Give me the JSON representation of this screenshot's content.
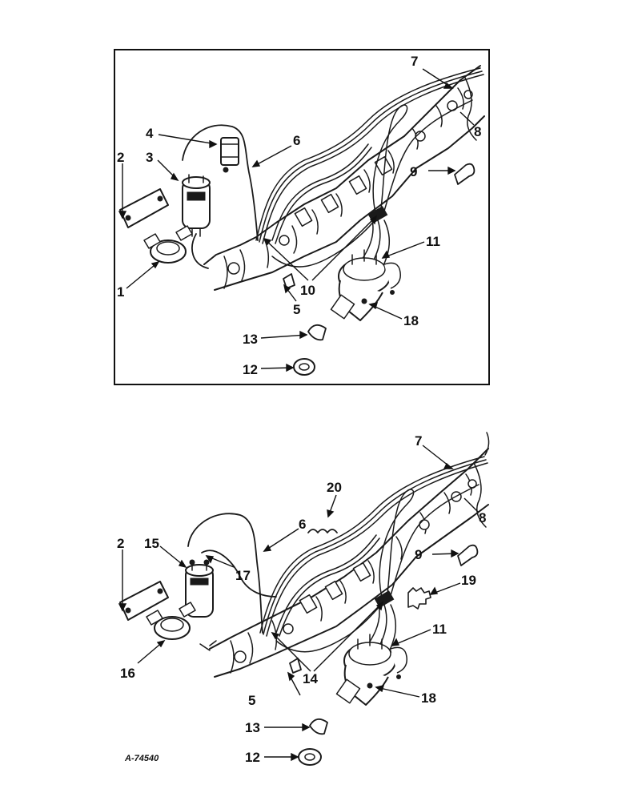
{
  "figure_id": "A-74540",
  "diagrams": [
    {
      "name": "upper",
      "callouts": [
        "1",
        "2",
        "3",
        "4",
        "5",
        "6",
        "7",
        "8",
        "9",
        "10",
        "11",
        "12",
        "13",
        "18"
      ]
    },
    {
      "name": "lower",
      "callouts": [
        "2",
        "5",
        "6",
        "7",
        "8",
        "9",
        "11",
        "12",
        "13",
        "14",
        "15",
        "16",
        "17",
        "18",
        "19",
        "20"
      ]
    }
  ]
}
